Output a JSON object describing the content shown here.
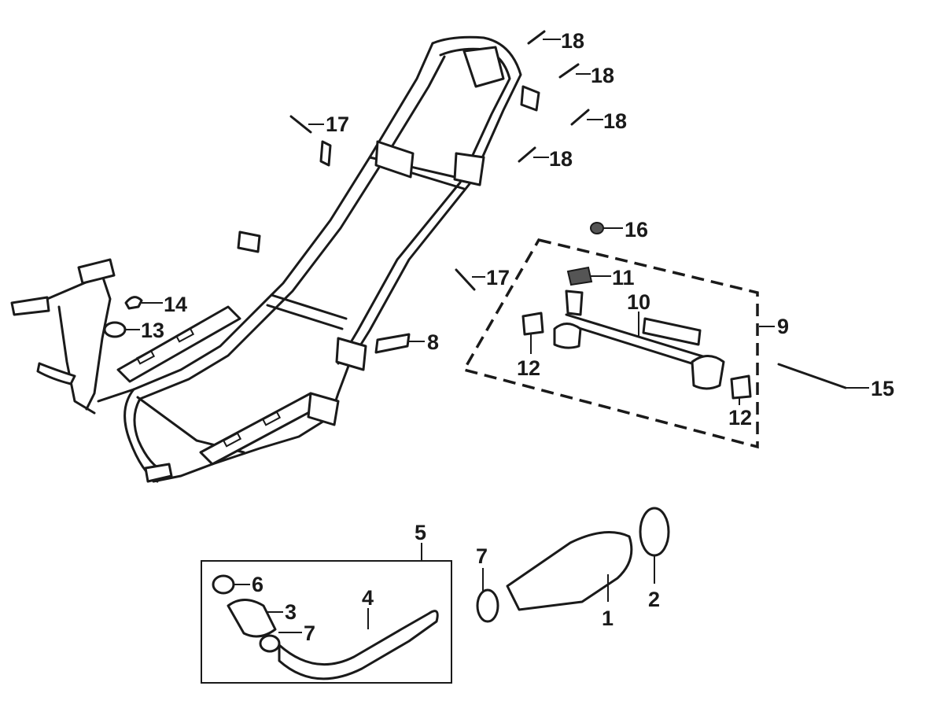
{
  "diagram": {
    "callouts": {
      "c1": "1",
      "c2": "2",
      "c3": "3",
      "c4": "4",
      "c5": "5",
      "c6": "6",
      "c7a": "7",
      "c7b": "7",
      "c8": "8",
      "c9": "9",
      "c10": "10",
      "c11": "11",
      "c12a": "12",
      "c12b": "12",
      "c13": "13",
      "c14": "14",
      "c15": "15",
      "c16": "16",
      "c17a": "17",
      "c17b": "17",
      "c18a": "18",
      "c18b": "18",
      "c18c": "18",
      "c18d": "18"
    }
  }
}
